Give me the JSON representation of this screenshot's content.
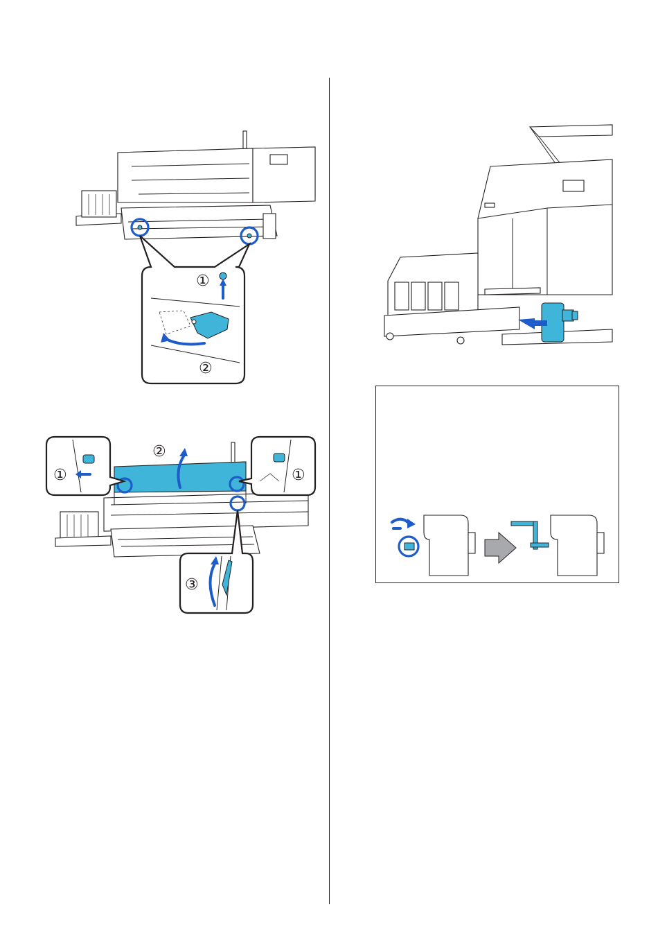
{
  "figures": [
    {
      "id": "fig1",
      "subject": "printer-with-transport-lock",
      "step_markers": [
        "①",
        "②"
      ]
    },
    {
      "id": "fig2",
      "subject": "printer-cover-open",
      "step_markers": [
        "①",
        "②",
        "①",
        "③"
      ]
    },
    {
      "id": "fig3",
      "subject": "roll-holder-slide",
      "step_markers": []
    },
    {
      "id": "fig4",
      "subject": "roll-holder-handle",
      "step_markers": []
    }
  ],
  "colors": {
    "accent_blue": "#1d5cc9",
    "part_cyan": "#3fb5d9",
    "line": "#231f20",
    "grey_arrow": "#a7a9ac"
  }
}
